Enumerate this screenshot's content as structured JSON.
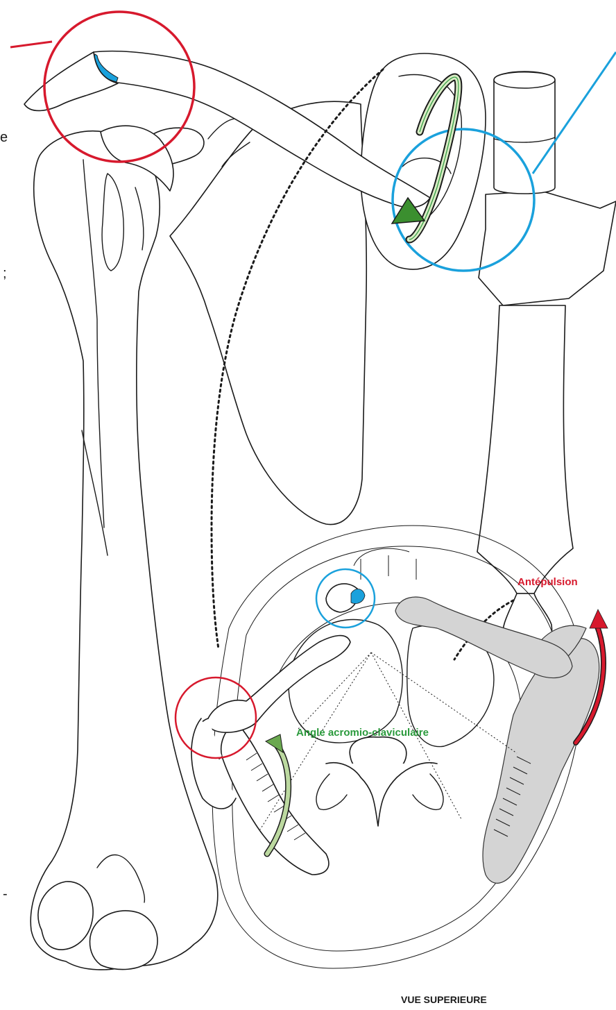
{
  "labels": {
    "antepulsion": "Antépulsion",
    "angle": "Angle acromio-claviculaire",
    "view": "VUE SUPERIEURE"
  },
  "edge_text": {
    "e": "e",
    "semicolon": ";",
    "dash": "-"
  },
  "colors": {
    "red": "#d7192d",
    "blue": "#1aa1dc",
    "green": "#2a9a3c",
    "grey_fill": "#d4d4d4"
  }
}
